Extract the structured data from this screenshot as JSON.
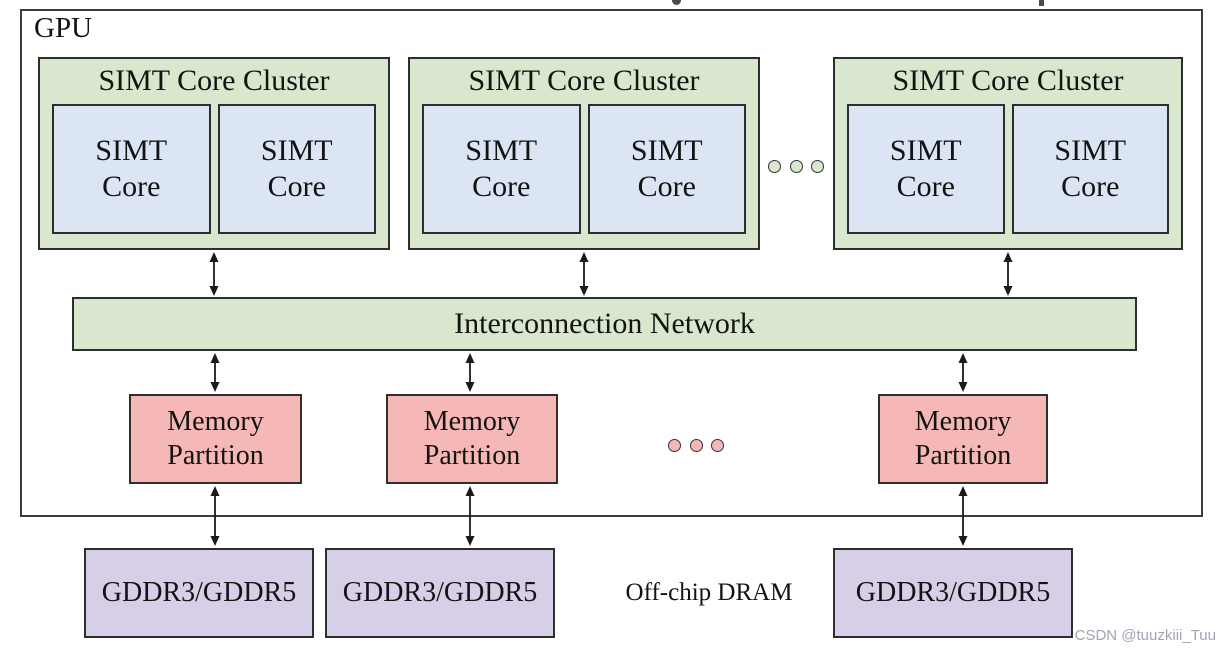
{
  "colors": {
    "cluster_green": "#d8e7cd",
    "core_blue": "#dce5f3",
    "partition_pink": "#f6b8b6",
    "dram_purple": "#d7cee7",
    "line_dark": "#1a1a1a"
  },
  "gpu": {
    "label": "GPU"
  },
  "clusters": [
    {
      "title": "SIMT Core Cluster",
      "cores": [
        "SIMT\nCore",
        "SIMT\nCore"
      ]
    },
    {
      "title": "SIMT Core Cluster",
      "cores": [
        "SIMT\nCore",
        "SIMT\nCore"
      ]
    },
    {
      "title": "SIMT Core Cluster",
      "cores": [
        "SIMT\nCore",
        "SIMT\nCore"
      ]
    }
  ],
  "cluster_ellipsis_dots": 3,
  "memory_ellipsis_dots": 3,
  "interconnect": {
    "label": "Interconnection Network"
  },
  "memory_partitions": [
    {
      "label": "Memory\nPartition"
    },
    {
      "label": "Memory\nPartition"
    },
    {
      "label": "Memory\nPartition"
    }
  ],
  "dram_modules": [
    {
      "label": "GDDR3/GDDR5"
    },
    {
      "label": "GDDR3/GDDR5"
    },
    {
      "label": "GDDR3/GDDR5"
    }
  ],
  "offchip_label": "Off-chip DRAM",
  "watermark": "CSDN @tuuzkiii_Tuu"
}
